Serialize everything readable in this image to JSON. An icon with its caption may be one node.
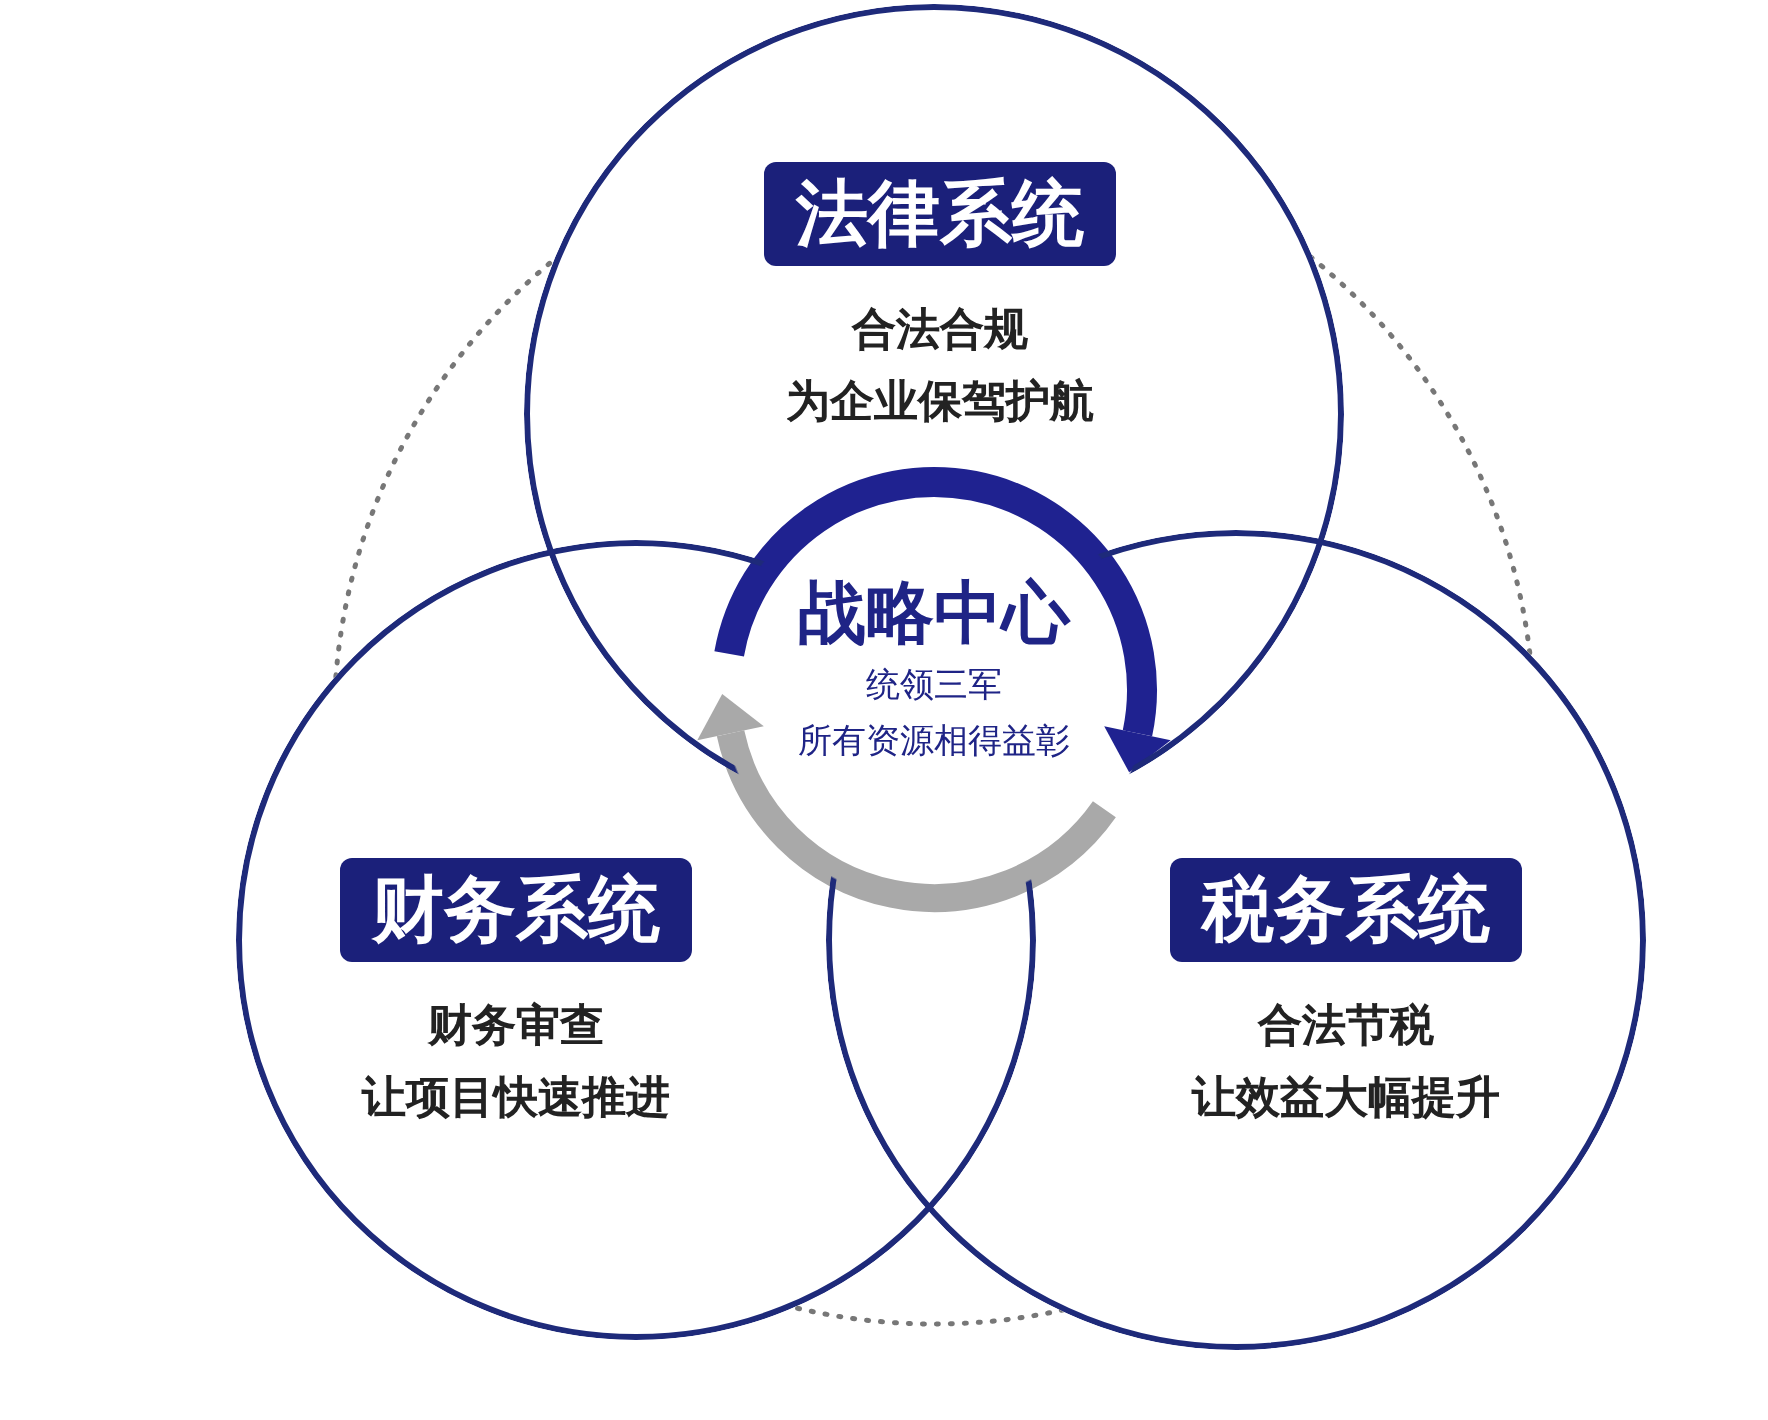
{
  "diagram": {
    "nodes": [
      {
        "text": [
          "法律系统",
          "合法合规",
          "为企业保驾护航"
        ]
      },
      {
        "text": [
          "财务系统",
          "财务审查",
          "让项目快速推进"
        ]
      },
      {
        "text": [
          "税务系统",
          "合法节税",
          "让效益大幅提升"
        ]
      },
      {
        "text": [
          "战略中心",
          "统领三军",
          "所有资源相得益彰"
        ]
      }
    ]
  }
}
